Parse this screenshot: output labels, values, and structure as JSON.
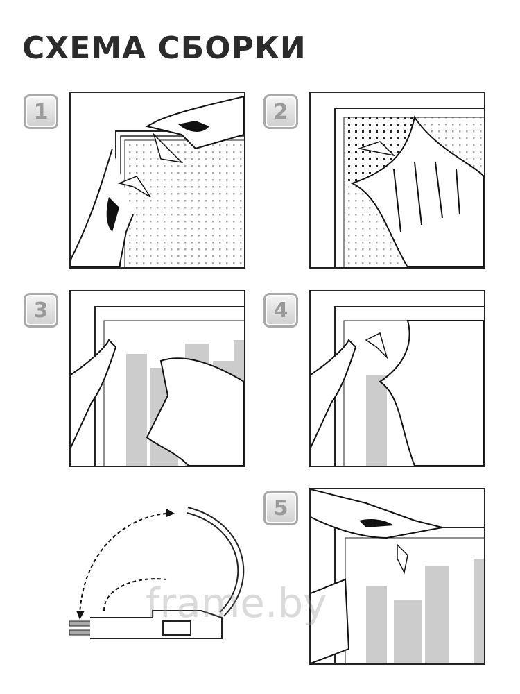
{
  "title": "СХЕМА СБОРКИ",
  "steps": [
    {
      "number": "1"
    },
    {
      "number": "2"
    },
    {
      "number": "3"
    },
    {
      "number": "4"
    },
    {
      "number": "5"
    }
  ],
  "watermark": "frame.by"
}
